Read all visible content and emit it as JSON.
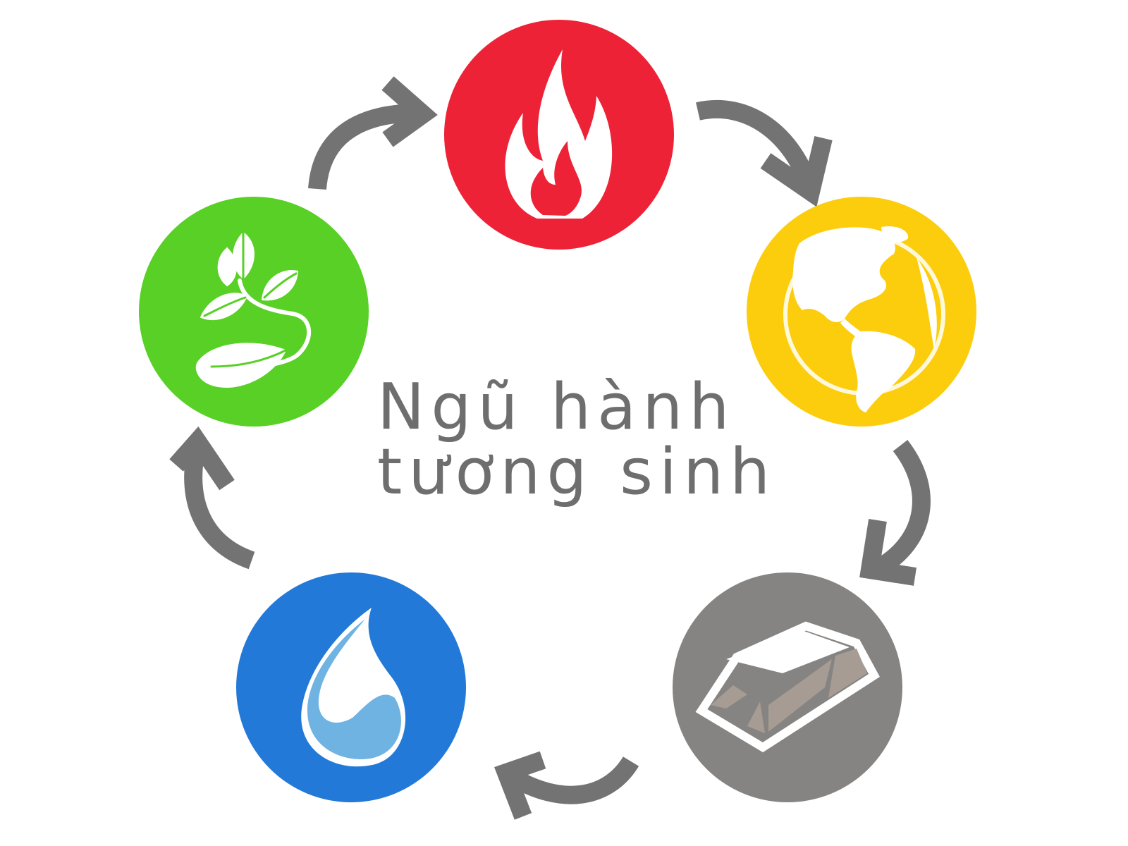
{
  "title": {
    "line1": "Ngũ hành",
    "line2": "tương sinh"
  },
  "elements": [
    {
      "id": "fire",
      "icon": "flame-icon",
      "color": "#ee2236"
    },
    {
      "id": "earth",
      "icon": "globe-icon",
      "color": "#fccd0d"
    },
    {
      "id": "metal",
      "icon": "ingot-icon",
      "color": "#858482"
    },
    {
      "id": "water",
      "icon": "water-drop-icon",
      "color": "#2379d8"
    },
    {
      "id": "wood",
      "icon": "sprout-icon",
      "color": "#58d026"
    }
  ],
  "arrow_color": "#737373",
  "cycle_order": [
    "wood",
    "fire",
    "earth",
    "metal",
    "water",
    "wood"
  ]
}
